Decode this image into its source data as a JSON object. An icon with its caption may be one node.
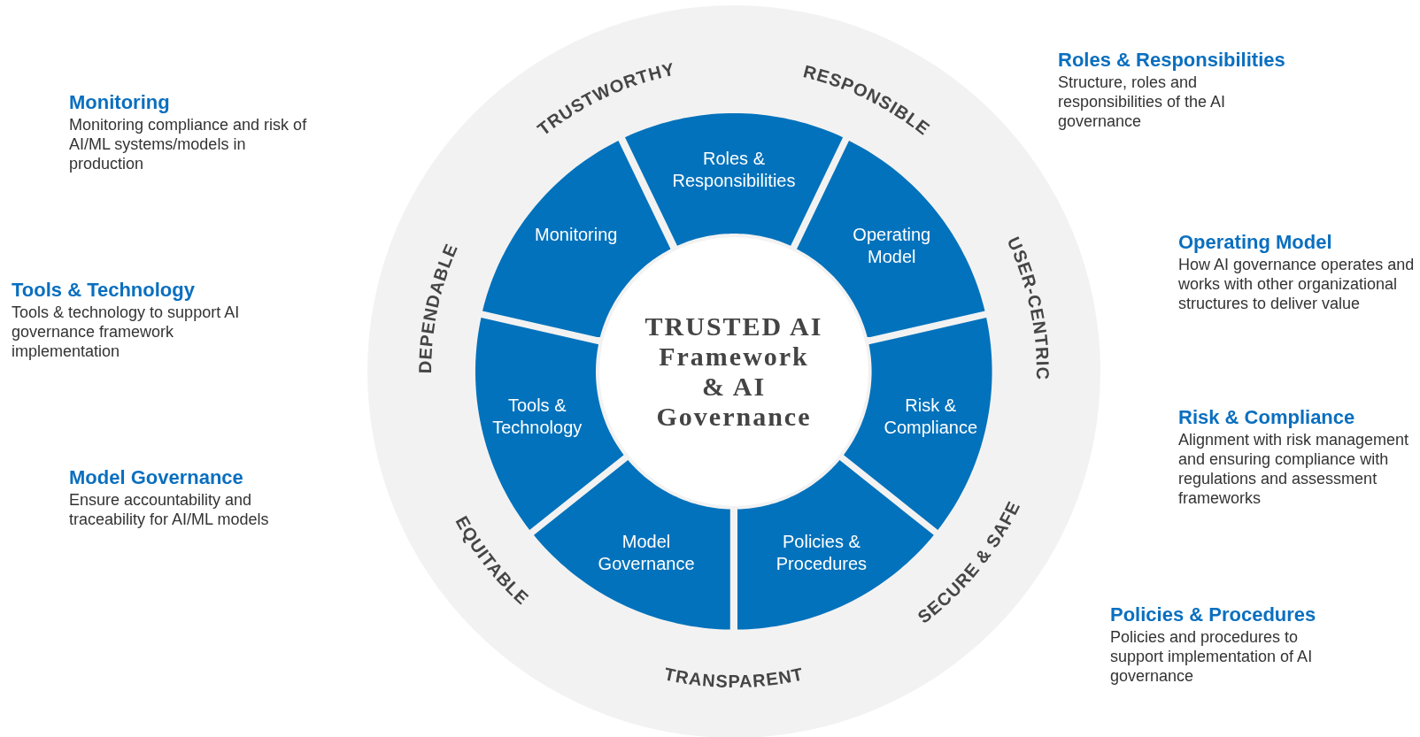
{
  "diagram": {
    "nodes": [
      {
        "text": [
          "TRUSTED AI Framework & AI Governance"
        ]
      },
      {
        "text": [
          "Roles & Responsibilities"
        ]
      },
      {
        "text": [
          "Operating Model"
        ]
      },
      {
        "text": [
          "Risk & Compliance"
        ]
      },
      {
        "text": [
          "Policies & Procedures"
        ]
      },
      {
        "text": [
          "Model Governance"
        ]
      },
      {
        "text": [
          "Tools & Technology"
        ]
      },
      {
        "text": [
          "Monitoring"
        ]
      }
    ],
    "edges": [],
    "labels": [
      "Roles & Responsibilities",
      "Structure, roles and responsibilities of the AI governance",
      "TRUSTWORTHY",
      "RESPONSIBLE",
      "Monitoring",
      "Monitoring compliance and risk of AI/ML systems/models in production",
      "Operating Model",
      "How AI governance operates and works with other organizational structures to deliver value",
      "Tools & Technology",
      "Tools & technology to support AI governance framework implementation",
      "DEPENDABLE",
      "USER-CENTRIC",
      "Risk & Compliance",
      "Alignment with risk management and ensuring compliance with regulations and assessment frameworks",
      "Model Governance",
      "Ensure accountability and traceability for AI/ML models",
      "EQUITABLE",
      "SECURE & SAFE",
      "Policies & Procedures",
      "Policies and procedures to support implementation of AI governance",
      "TRANSPARENT"
    ]
  }
}
